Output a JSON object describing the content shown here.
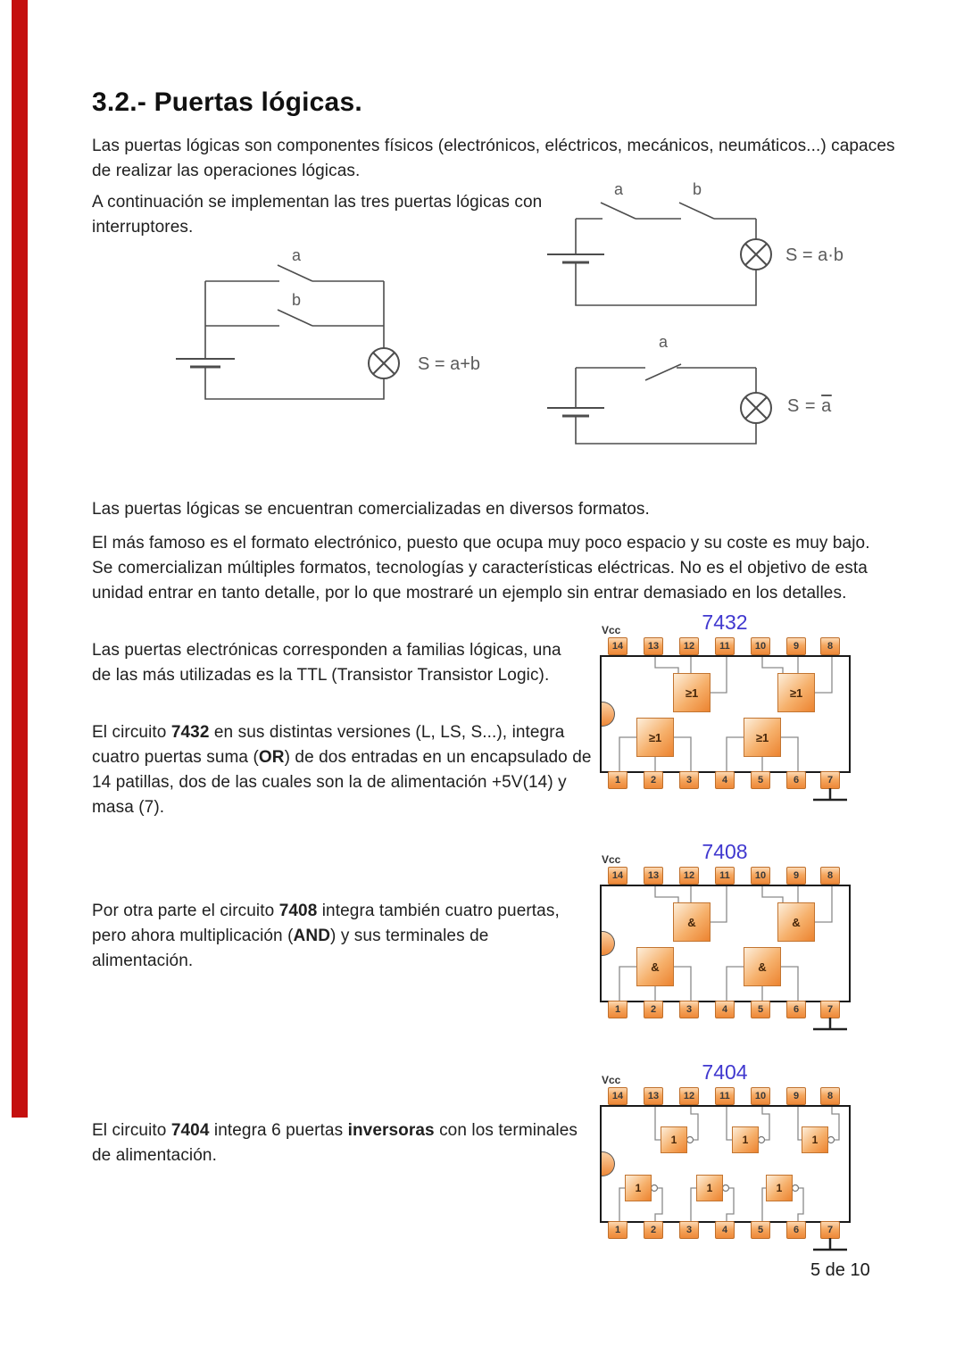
{
  "title": "3.2.- Puertas lógicas.",
  "paragraphs": {
    "intro1": "Las puertas lógicas son componentes físicos (electrónicos, eléctricos, mecánicos, neumáticos...) capaces de realizar las operaciones lógicas.",
    "intro2": "A continuación se implementan las tres puertas lógicas con interruptores.",
    "formats": "Las puertas lógicas se encuentran comercializadas en diversos formatos.",
    "famous": "El más famoso es el formato electrónico, puesto que ocupa muy poco espacio y su coste es muy bajo. Se comercializan múltiples formatos, tecnologías y características eléctricas. No es el objetivo de esta unidad entrar en tanto detalle, por lo que mostraré un ejemplo sin entrar demasiado en los detalles.",
    "ttl": "Las puertas electrónicas corresponden a familias lógicas, una de las más utilizadas es la TTL (Transistor Transistor Logic).",
    "c7432": {
      "t1": "El circuito ",
      "b1": "7432",
      "t2": " en sus distintas versiones (L, LS, S...), integra cuatro puertas suma (",
      "b2": "OR",
      "t3": ") de dos entradas en un encapsulado de 14 patillas, dos de las cuales son la de alimentación +5V(14) y masa (7)."
    },
    "c7408": {
      "t1": "Por otra parte el circuito ",
      "b1": "7408",
      "t2": " integra también cuatro puertas, pero ahora multiplicación (",
      "b2": "AND",
      "t3": ") y sus terminales de alimentación."
    },
    "c7404": {
      "t1": "El circuito ",
      "b1": "7404",
      "t2": " integra 6 puertas ",
      "b2": "inversoras",
      "t3": " con los terminales de alimentación."
    }
  },
  "circuits": {
    "or": {
      "switch_a": "a",
      "switch_b": "b",
      "output": "S = a+b"
    },
    "and": {
      "switch_a": "a",
      "switch_b": "b",
      "output": "S = a·b"
    },
    "not": {
      "switch_a": "a",
      "output_prefix": "S = ",
      "output_var": "a"
    }
  },
  "ics": [
    {
      "label": "7432",
      "vcc": "Vcc",
      "gate_symbol": "≥1",
      "pins_top": [
        "14",
        "13",
        "12",
        "11",
        "10",
        "9",
        "8"
      ],
      "pins_bottom": [
        "1",
        "2",
        "3",
        "4",
        "5",
        "6",
        "7"
      ]
    },
    {
      "label": "7408",
      "vcc": "Vcc",
      "gate_symbol": "&",
      "pins_top": [
        "14",
        "13",
        "12",
        "11",
        "10",
        "9",
        "8"
      ],
      "pins_bottom": [
        "1",
        "2",
        "3",
        "4",
        "5",
        "6",
        "7"
      ]
    },
    {
      "label": "7404",
      "vcc": "Vcc",
      "gate_symbol": "1",
      "pins_top": [
        "14",
        "13",
        "12",
        "11",
        "10",
        "9",
        "8"
      ],
      "pins_bottom": [
        "1",
        "2",
        "3",
        "4",
        "5",
        "6",
        "7"
      ]
    }
  ],
  "page": {
    "number": "5 de 10"
  },
  "colors": {
    "accent_red": "#c4100f",
    "ic_title_blue": "#4038cf",
    "pin_orange": "#ee8838",
    "text": "#202020"
  }
}
